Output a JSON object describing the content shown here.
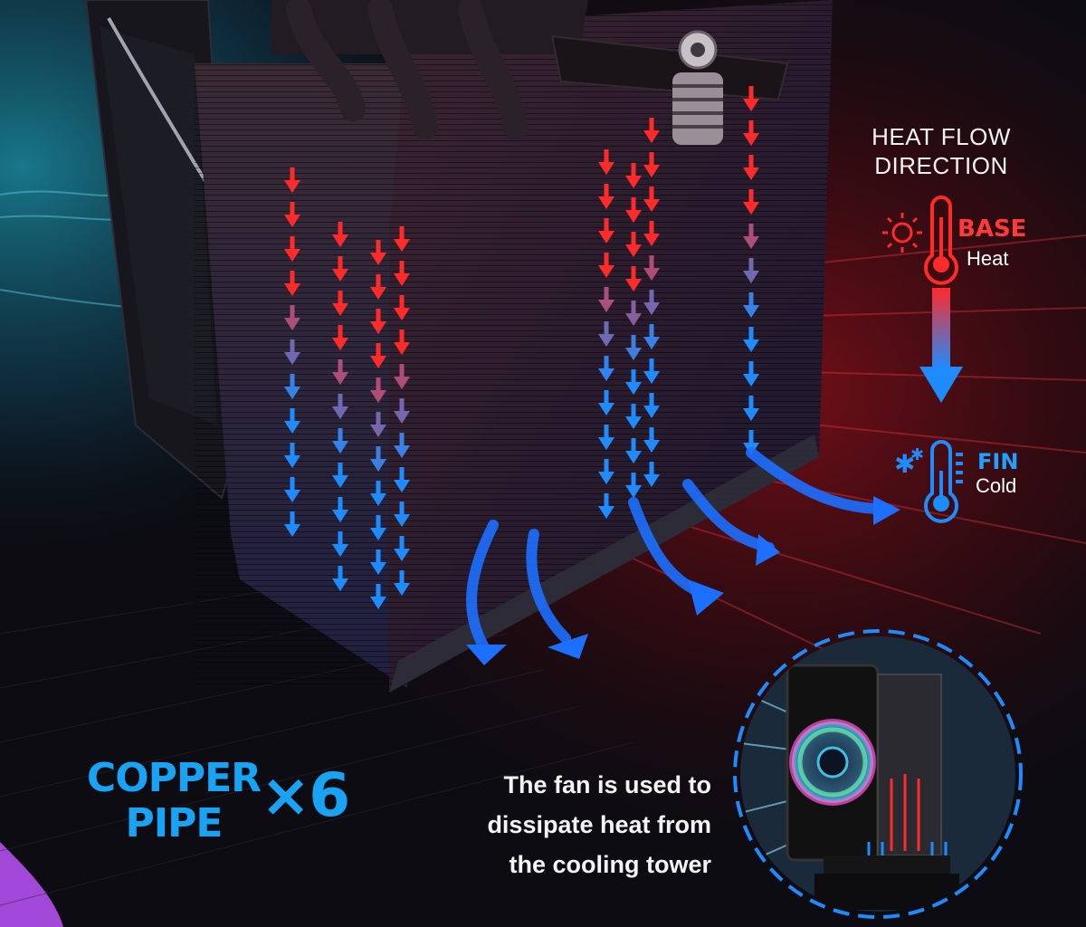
{
  "legend": {
    "title_line1": "HEAT FLOW",
    "title_line2": "DIRECTION",
    "base_label": "BASE",
    "base_sub": "Heat",
    "fin_label": "FIN",
    "fin_sub": "Cold",
    "hot_color": "#ff2a2a",
    "cold_color": "#1e8cff"
  },
  "spec": {
    "copper_line1": "COPPER",
    "copper_line2": "PIPE",
    "count": "×6",
    "accent_color": "#18a3f5"
  },
  "caption": {
    "line1": "The fan is used to",
    "line2": "dissipate heat from",
    "line3": "the cooling tower"
  },
  "icons": [
    "sun-icon",
    "thermometer-hot-icon",
    "snowflake-icon",
    "thermometer-cold-icon",
    "down-arrow-icon",
    "fan-inset-image"
  ]
}
